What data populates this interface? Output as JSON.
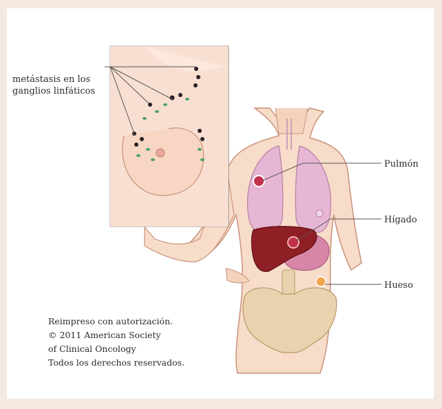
{
  "labels": {
    "lymph_nodes": "metástasis en los ganglios linfáticos",
    "lung": "Pulmón",
    "liver": "Hígado",
    "bone": "Hueso"
  },
  "credit": {
    "line1": "Reimpreso con autorización.",
    "line2": "© 2011 American Society",
    "line3": "of Clinical Oncology",
    "line4": "Todos los derechos reservados."
  },
  "colors": {
    "frame": "#f4e9e0",
    "panel": "#ffffff",
    "skin": "#f7dcc9",
    "skin_outline": "#c9917a",
    "lung": "#e6b6d4",
    "liver": "#8e1f24",
    "stomach": "#d886a8",
    "bone": "#e8d3ae",
    "tumor": "#c2304b",
    "lymph_green": "#4aa463",
    "leader_line": "#555555"
  }
}
